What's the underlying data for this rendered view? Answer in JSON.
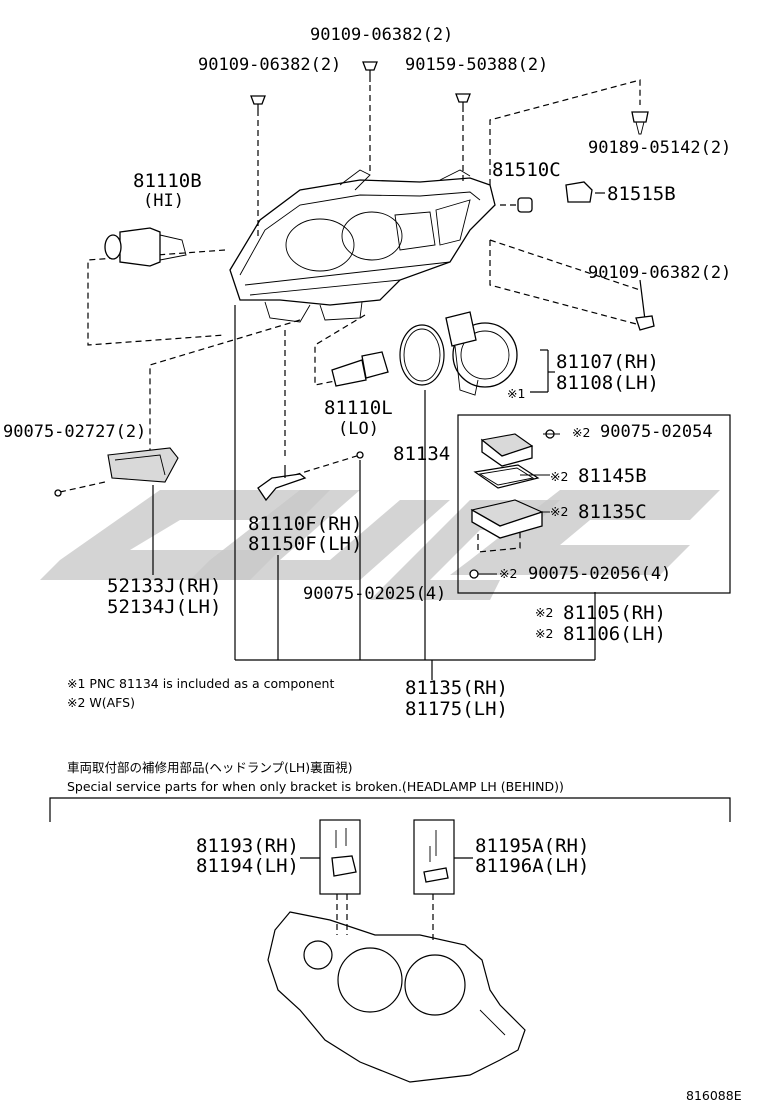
{
  "diagram": {
    "part_labels": {
      "p1": "90109-06382(2)",
      "p2": "90109-06382(2)",
      "p3": "90159-50388(2)",
      "p4": "90189-05142(2)",
      "p5": "81110B",
      "p5b": "(HI)",
      "p6": "81510C",
      "p7": "81515B",
      "p8": "90109-06382(2)",
      "p9a": "81107(RH)",
      "p9b": "81108(LH)",
      "p10a": "81110L",
      "p10b": "(LO)",
      "p11": "81134",
      "p12": "90075-02727(2)",
      "p13": "90075-02054",
      "p14": "81145B",
      "p15": "81135C",
      "p16": "90075-02056(4)",
      "p17a": "81110F(RH)",
      "p17b": "81150F(LH)",
      "p18a": "52133J(RH)",
      "p18b": "52134J(LH)",
      "p19": "90075-02025(4)",
      "p20a": "81105(RH)",
      "p20b": "81106(LH)",
      "p21a": "81135(RH)",
      "p21b": "81175(LH)",
      "p22a": "81193(RH)",
      "p22b": "81194(LH)",
      "p23a": "81195A(RH)",
      "p23b": "81196A(LH)"
    },
    "marks": {
      "m1": "※1",
      "m2": "※2"
    },
    "notes": {
      "n1": "※1 PNC 81134 is included as a component",
      "n2": "※2 W(AFS)"
    },
    "section": {
      "title_jp": "車両取付部の補修用部品(ヘッドランプ(LH)裏面視)",
      "title_en": "Special service parts for when only bracket is broken.(HEADLAMP LH (BEHIND))"
    },
    "drawing_id": "816088E",
    "watermark_color": "#c8c8c8"
  }
}
